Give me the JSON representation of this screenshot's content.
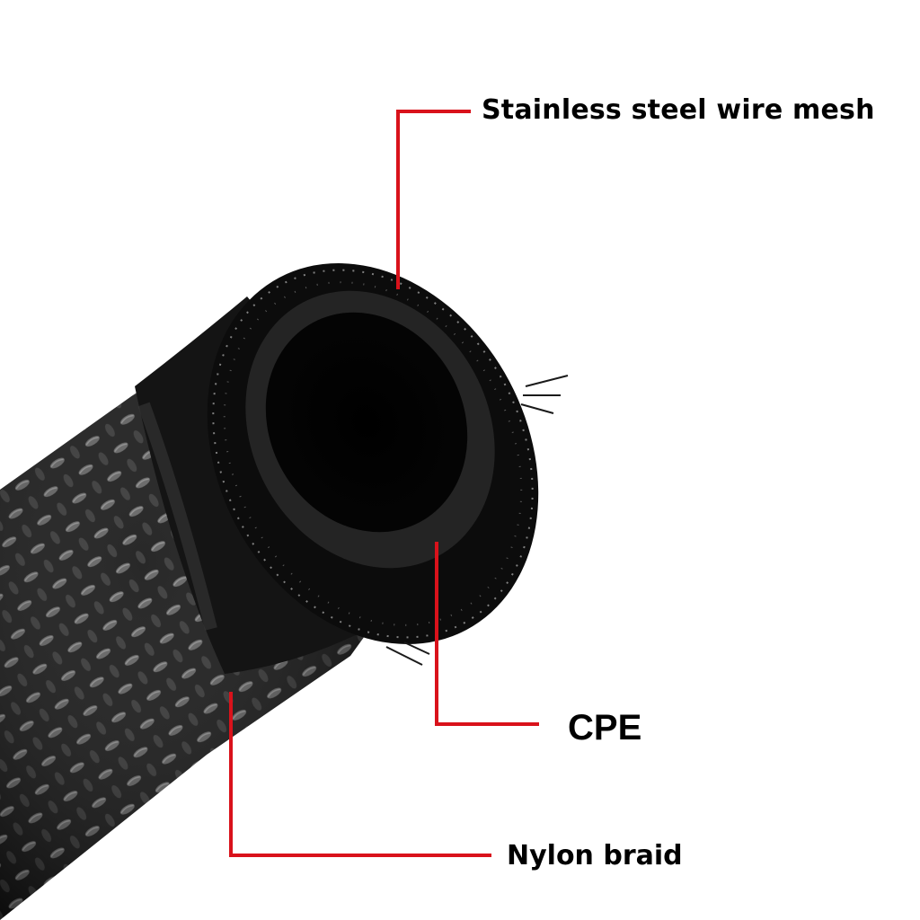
{
  "labels": {
    "mesh": "Stainless steel wire mesh",
    "cpe": "CPE",
    "nylon": "Nylon braid"
  },
  "colors": {
    "leader_line": "#d9121b",
    "label_text": "#000000",
    "background": "#ffffff",
    "hose": "#0d0d0d"
  }
}
